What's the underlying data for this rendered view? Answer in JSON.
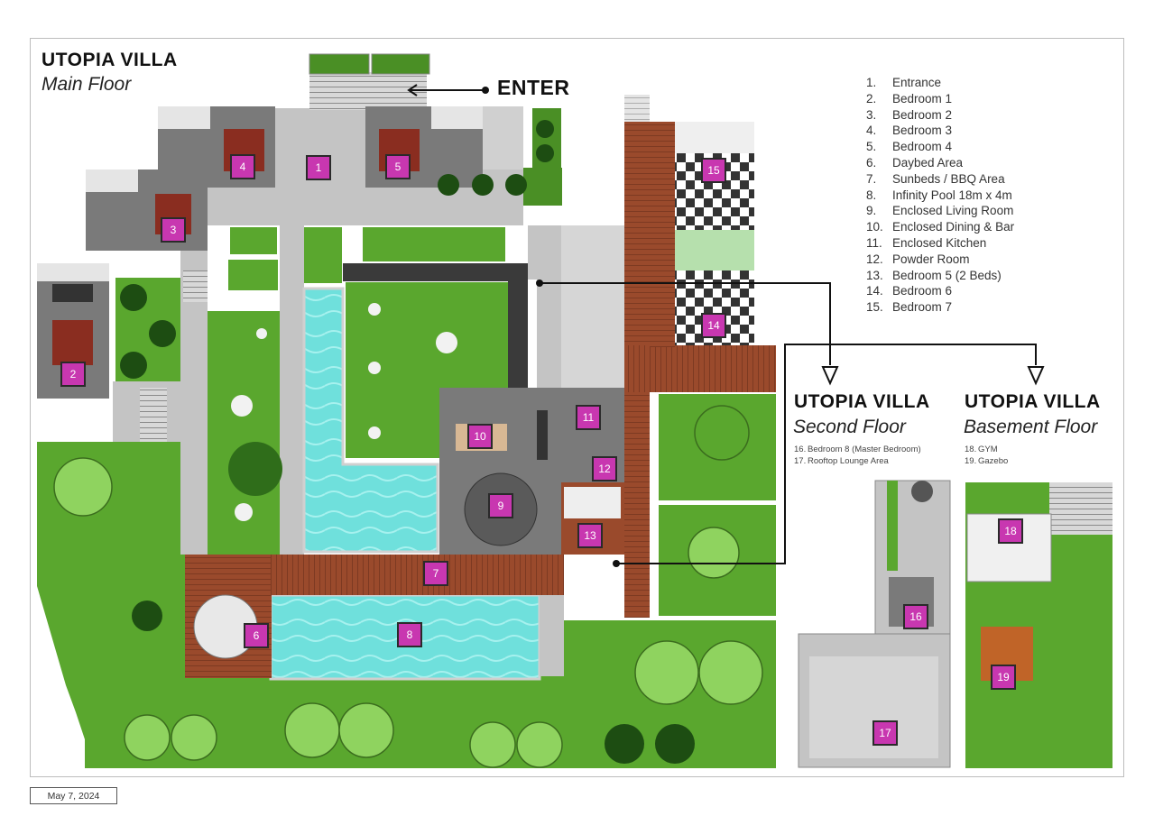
{
  "colors": {
    "grass": "#5aa72e",
    "grass_dark": "#4a8f25",
    "paving": "#c4c4c4",
    "paving_light": "#d6d6d6",
    "room_floor": "#7a7a7a",
    "deck": "#9a4a2c",
    "pool": "#6fe0dc",
    "badge": "#c837b0",
    "wall": "#3a3a3a"
  },
  "main_floor": {
    "title": "UTOPIA VILLA",
    "subtitle": "Main Floor",
    "enter_label": "ENTER"
  },
  "second_floor": {
    "title": "UTOPIA VILLA",
    "subtitle": "Second Floor",
    "rooms": [
      {
        "num": "16.",
        "name": "Bedroom 8 (Master Bedroom)"
      },
      {
        "num": "17.",
        "name": "Rooftop Lounge Area"
      }
    ]
  },
  "basement_floor": {
    "title": "UTOPIA VILLA",
    "subtitle": "Basement Floor",
    "rooms": [
      {
        "num": "18.",
        "name": "GYM"
      },
      {
        "num": "19.",
        "name": "Gazebo"
      }
    ]
  },
  "legend": [
    {
      "num": "1.",
      "name": "Entrance"
    },
    {
      "num": "2.",
      "name": "Bedroom 1"
    },
    {
      "num": "3.",
      "name": "Bedroom 2"
    },
    {
      "num": "4.",
      "name": "Bedroom 3"
    },
    {
      "num": "5.",
      "name": "Bedroom 4"
    },
    {
      "num": "6.",
      "name": "Daybed Area"
    },
    {
      "num": "7.",
      "name": "Sunbeds / BBQ Area"
    },
    {
      "num": "8.",
      "name": "Infinity Pool 18m x 4m"
    },
    {
      "num": "9.",
      "name": "Enclosed Living Room"
    },
    {
      "num": "10.",
      "name": "Enclosed Dining & Bar"
    },
    {
      "num": "11.",
      "name": "Enclosed Kitchen"
    },
    {
      "num": "12.",
      "name": "Powder Room"
    },
    {
      "num": "13.",
      "name": "Bedroom 5 (2 Beds)"
    },
    {
      "num": "14.",
      "name": "Bedroom 6"
    },
    {
      "num": "15.",
      "name": "Bedroom 7"
    }
  ],
  "markers": [
    "1",
    "2",
    "3",
    "4",
    "5",
    "6",
    "7",
    "8",
    "9",
    "10",
    "11",
    "12",
    "13",
    "14",
    "15",
    "16",
    "17",
    "18",
    "19"
  ],
  "date": "May 7, 2024"
}
